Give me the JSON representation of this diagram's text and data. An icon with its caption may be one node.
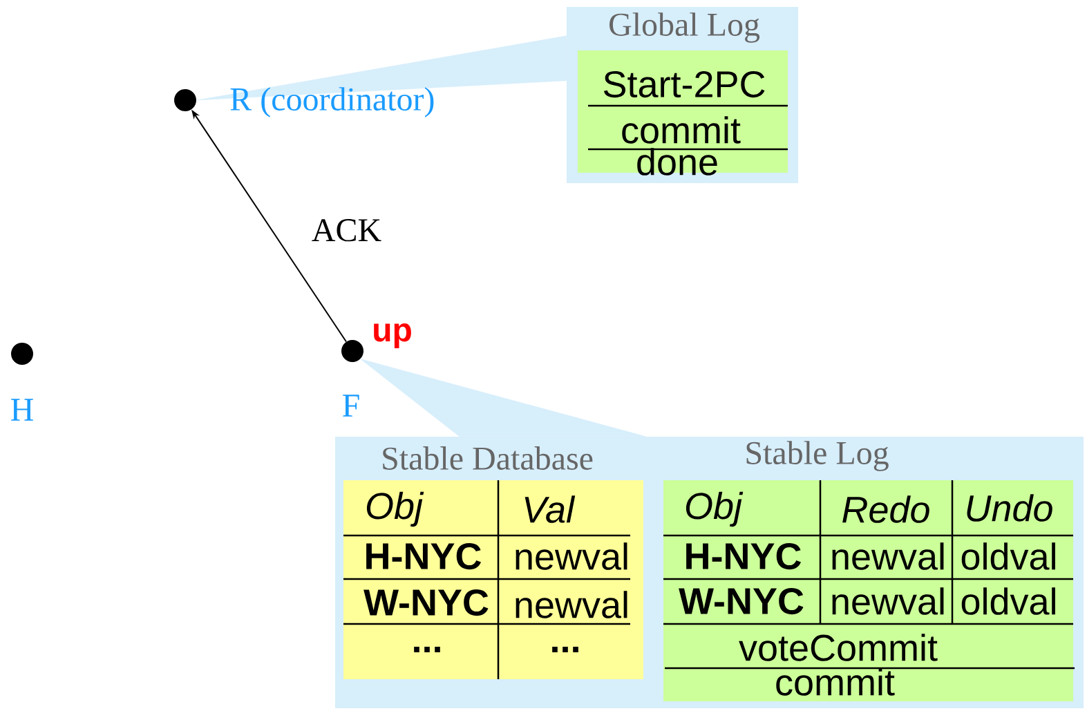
{
  "diagram": {
    "nodes": [
      {
        "text": [],
        "shape": "circle",
        "beside": [
          "R (coordinator)"
        ]
      },
      {
        "text": [
          "Global Log"
        ]
      },
      {
        "text": [
          "Start-2PC",
          "commit",
          "done"
        ],
        "in": 1
      },
      {
        "text": [],
        "shape": "circle",
        "beside": [
          "H"
        ]
      },
      {
        "text": [],
        "shape": "circle",
        "beside": [
          "up",
          "F"
        ]
      },
      {
        "text": [],
        "shape": "box"
      },
      {
        "text": [
          "Stable Database",
          "Obj",
          "Val",
          "H-NYC",
          "newval",
          "W-NYC",
          "newval",
          "...",
          "..."
        ],
        "in": 5
      },
      {
        "text": [
          "Stable Log",
          "Obj",
          "Redo",
          "Undo",
          "H-NYC",
          "newval",
          "oldval",
          "W-NYC",
          "newval",
          "oldval",
          "voteCommit",
          "commit"
        ],
        "in": 5
      }
    ],
    "edges": [
      {
        "from": 0,
        "to": 1,
        "arrow": "none",
        "color": "#d7eefb"
      },
      {
        "from": 4,
        "to": 0,
        "arrow": "to",
        "label": "ACK"
      },
      {
        "from": 4,
        "to": 5,
        "arrow": "none",
        "color": "#d7eefb"
      }
    ]
  }
}
